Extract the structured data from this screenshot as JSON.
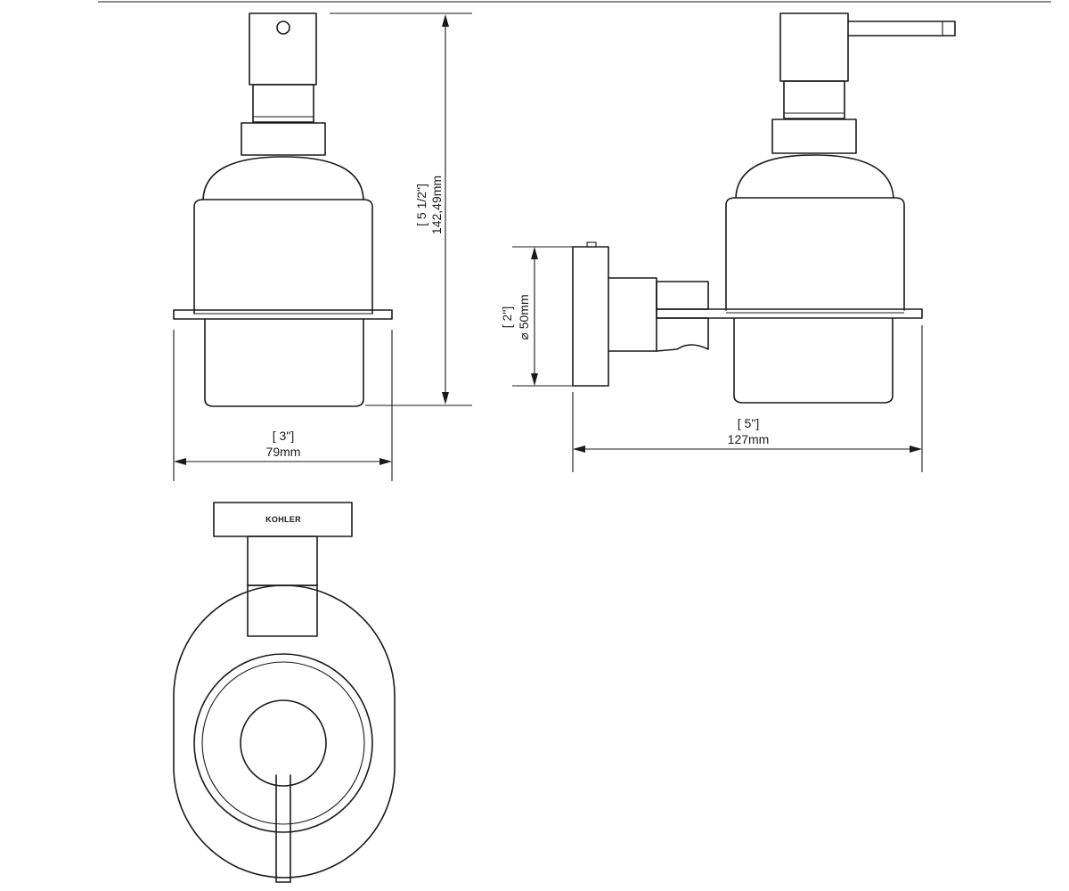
{
  "drawing": {
    "front_view": {
      "height_imperial": "[ 5 1/2\"]",
      "height_metric": "142,49mm",
      "width_imperial": "[ 3\"]",
      "width_metric": "79mm"
    },
    "side_view": {
      "diameter_imperial": "[ 2\"]",
      "diameter_metric": "⌀ 50mm",
      "depth_imperial": "[ 5\"]",
      "depth_metric": "127mm"
    },
    "top_view": {
      "brand_mark": "KOHLER"
    }
  }
}
